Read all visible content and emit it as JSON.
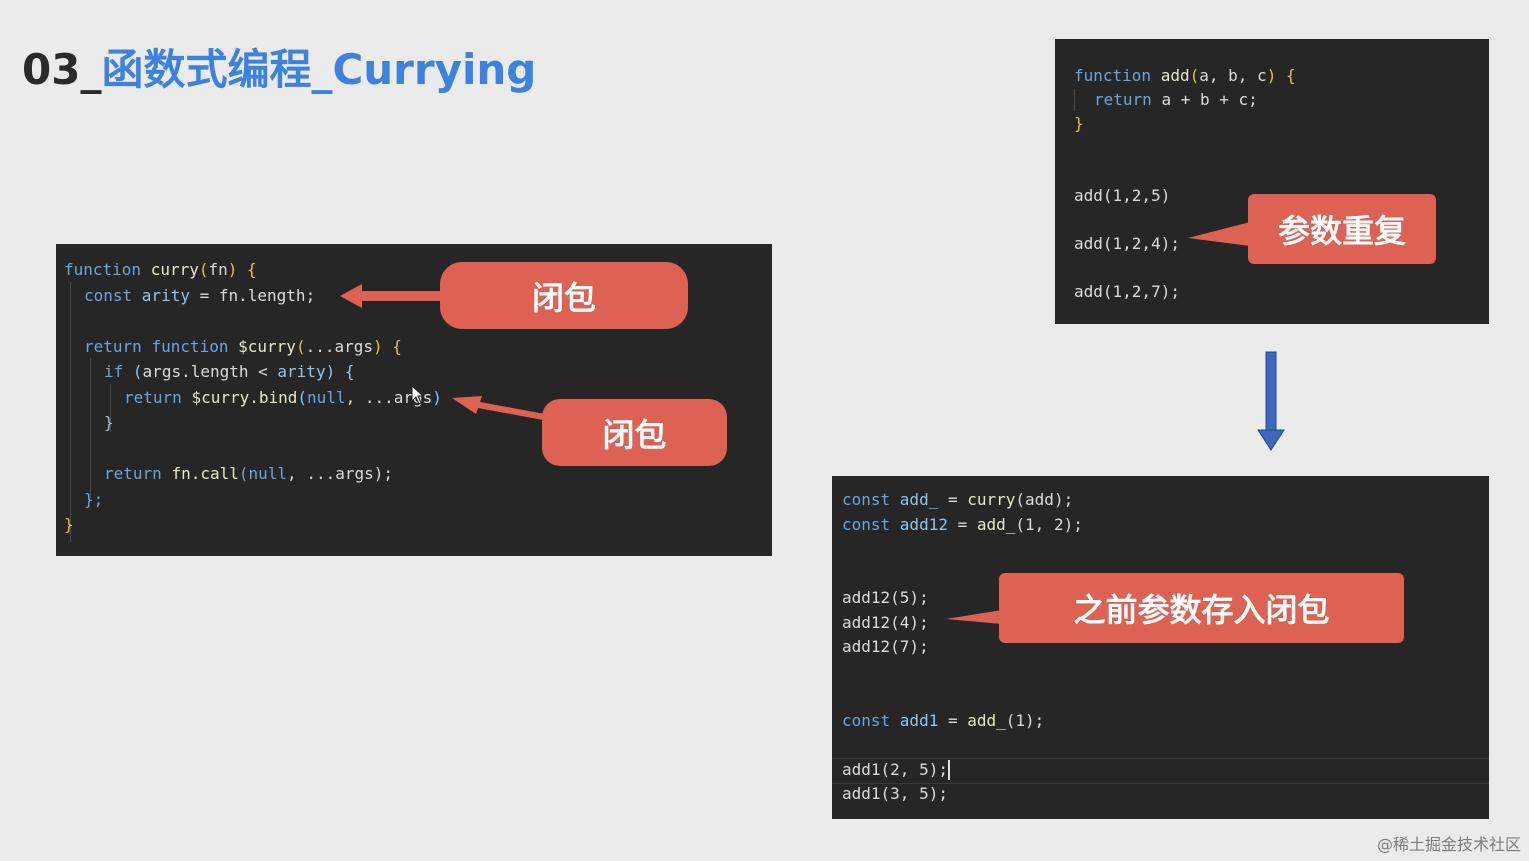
{
  "slide": {
    "title_number": "03_",
    "title_text": "函数式编程_Currying",
    "watermark": "@稀土掘金技术社区"
  },
  "code_left": {
    "lines": [
      [
        {
          "t": "function ",
          "c": "kw"
        },
        {
          "t": "curry",
          "c": "fn"
        },
        {
          "t": "(",
          "c": "br"
        },
        {
          "t": "fn",
          "c": "pl"
        },
        {
          "t": ") {",
          "c": "br"
        }
      ],
      [
        {
          "t": "const ",
          "c": "kw"
        },
        {
          "t": "arity",
          "c": "id"
        },
        {
          "t": " = fn.length;",
          "c": "pl"
        }
      ],
      [],
      [
        {
          "t": "return ",
          "c": "kw"
        },
        {
          "t": "function ",
          "c": "kw"
        },
        {
          "t": "$curry",
          "c": "fn"
        },
        {
          "t": "(",
          "c": "br"
        },
        {
          "t": "...args",
          "c": "pl"
        },
        {
          "t": ") {",
          "c": "br"
        }
      ],
      [
        {
          "t": "if ",
          "c": "kw"
        },
        {
          "t": "(",
          "c": "id"
        },
        {
          "t": "args.length < ",
          "c": "pl"
        },
        {
          "t": "arity",
          "c": "id"
        },
        {
          "t": ") {",
          "c": "id"
        }
      ],
      [
        {
          "t": "return ",
          "c": "kw"
        },
        {
          "t": "$curry.bind",
          "c": "fn"
        },
        {
          "t": "(",
          "c": "id"
        },
        {
          "t": "null",
          "c": "kw"
        },
        {
          "t": ", ...args",
          "c": "pl"
        },
        {
          "t": ")",
          "c": "id"
        }
      ],
      [
        {
          "t": "}",
          "c": "id"
        }
      ],
      [],
      [
        {
          "t": "return ",
          "c": "kw"
        },
        {
          "t": "fn.call",
          "c": "fn"
        },
        {
          "t": "(",
          "c": "kw"
        },
        {
          "t": "null",
          "c": "kw"
        },
        {
          "t": ", ...args);",
          "c": "pl"
        }
      ],
      [
        {
          "t": "};",
          "c": "kw"
        }
      ],
      [
        {
          "t": "}",
          "c": "br"
        }
      ]
    ]
  },
  "code_top_right": {
    "lines": [
      [
        {
          "t": "function ",
          "c": "kw"
        },
        {
          "t": "add",
          "c": "fn"
        },
        {
          "t": "(",
          "c": "br"
        },
        {
          "t": "a, b, c",
          "c": "pl"
        },
        {
          "t": ") {",
          "c": "br"
        }
      ],
      [
        {
          "t": "return ",
          "c": "kw"
        },
        {
          "t": "a + b + c;",
          "c": "pl"
        }
      ],
      [
        {
          "t": "}",
          "c": "br"
        }
      ],
      [],
      [],
      [
        {
          "t": "add(1,2,5)",
          "c": "pl"
        }
      ],
      [],
      [
        {
          "t": "add(1,2,4);",
          "c": "pl"
        }
      ],
      [],
      [
        {
          "t": "add(1,2,7);",
          "c": "pl"
        }
      ]
    ]
  },
  "code_bottom_right": {
    "lines": [
      [
        {
          "t": "const ",
          "c": "kw"
        },
        {
          "t": "add_",
          "c": "id"
        },
        {
          "t": " = ",
          "c": "pl"
        },
        {
          "t": "curry",
          "c": "fn"
        },
        {
          "t": "(add);",
          "c": "pl"
        }
      ],
      [
        {
          "t": "const ",
          "c": "kw"
        },
        {
          "t": "add12",
          "c": "id"
        },
        {
          "t": " = ",
          "c": "pl"
        },
        {
          "t": "add_",
          "c": "fn"
        },
        {
          "t": "(1, 2);",
          "c": "pl"
        }
      ],
      [],
      [],
      [
        {
          "t": "add12(5);",
          "c": "pl"
        }
      ],
      [
        {
          "t": "add12(4);",
          "c": "pl"
        }
      ],
      [
        {
          "t": "add12(7);",
          "c": "pl"
        }
      ],
      [],
      [],
      [
        {
          "t": "const ",
          "c": "kw"
        },
        {
          "t": "add1",
          "c": "id"
        },
        {
          "t": " = ",
          "c": "pl"
        },
        {
          "t": "add_",
          "c": "fn"
        },
        {
          "t": "(1);",
          "c": "pl"
        }
      ],
      [],
      [
        {
          "t": "add1(2, 5);",
          "c": "pl"
        }
      ],
      [
        {
          "t": "add1(3, 5);",
          "c": "pl"
        }
      ]
    ]
  },
  "callouts": {
    "closure_1": "闭包",
    "closure_2": "闭包",
    "repeated_params": "参数重复",
    "store_in_closure": "之前参数存入闭包"
  },
  "colors": {
    "background": "#ebebeb",
    "code_bg": "#262626",
    "callout": "#dd6253",
    "title_blue": "#3d82e0",
    "arrow_blue": "#3c67bd"
  }
}
